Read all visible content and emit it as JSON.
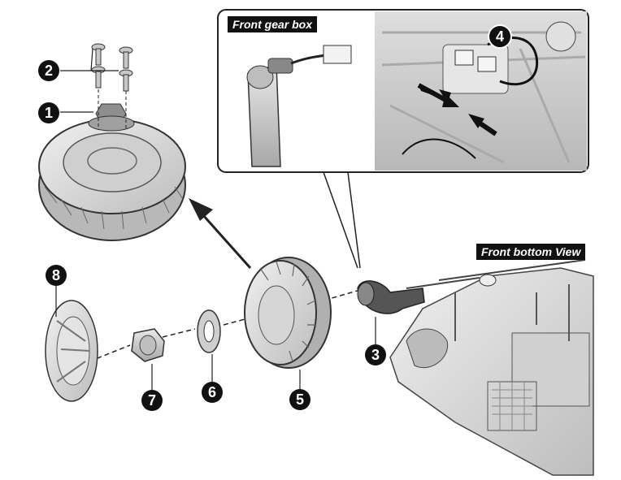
{
  "labels": {
    "front_gear_box": "Front gear box",
    "front_bottom_view": "Front bottom View"
  },
  "callouts": {
    "c1": "1",
    "c2": "2",
    "c3": "3",
    "c4": "4",
    "c5": "5",
    "c6": "6",
    "c7": "7",
    "c8": "8"
  },
  "colors": {
    "badge": "#111111",
    "part_fill": "#d9d9d9",
    "part_stroke": "#333333"
  }
}
